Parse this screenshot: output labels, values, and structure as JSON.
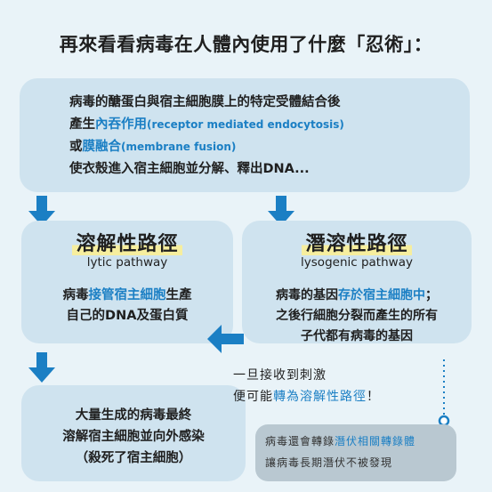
{
  "title": "再來看看病毒在人體內使用了什麼「忍術」：",
  "top": {
    "line1": "病毒的醣蛋白與宿主細胞膜上的特定受體結合後",
    "line2_prefix": "產生",
    "line2_term": "內吞作用",
    "line2_en": "(receptor mediated endocytosis)",
    "line3_prefix": "或",
    "line3_term": "膜融合",
    "line3_en": "(membrane fusion)",
    "line4": "使衣殼進入宿主細胞並分解、釋出DNA..."
  },
  "lytic": {
    "heading": "溶解性路徑",
    "subheading": "lytic pathway",
    "text_prefix": "病毒",
    "text_term": "接管宿主細胞",
    "text_suffix": "生產",
    "text_line2": "自己的DNA及蛋白質"
  },
  "lysogenic": {
    "heading": "潛溶性路徑",
    "subheading": "lysogenic pathway",
    "text_prefix": "病毒的基因",
    "text_term": "存於宿主細胞中",
    "text_suffix": "；",
    "text_line2": "之後行細胞分裂而產生的所有",
    "text_line3": "子代都有病毒的基因"
  },
  "result": {
    "line1": "大量生成的病毒最終",
    "line2": "溶解宿主細胞並向外感染",
    "line3": "（殺死了宿主細胞）"
  },
  "trigger_note": {
    "line1": "一旦接收到刺激",
    "line2_prefix": "便可能",
    "line2_term": "轉為溶解性路徑",
    "line2_suffix": "！"
  },
  "latency_note": {
    "line1_prefix": "病毒還會轉錄",
    "line1_term": "潛伏相關轉錄體",
    "line2": "讓病毒長期潛伏不被發現"
  },
  "colors": {
    "background": "#e9f3f8",
    "box": "#cfe3ef",
    "accent_blue": "#1b7fc4",
    "highlight": "#f6ee9e",
    "note_box": "#b9c8d1"
  }
}
